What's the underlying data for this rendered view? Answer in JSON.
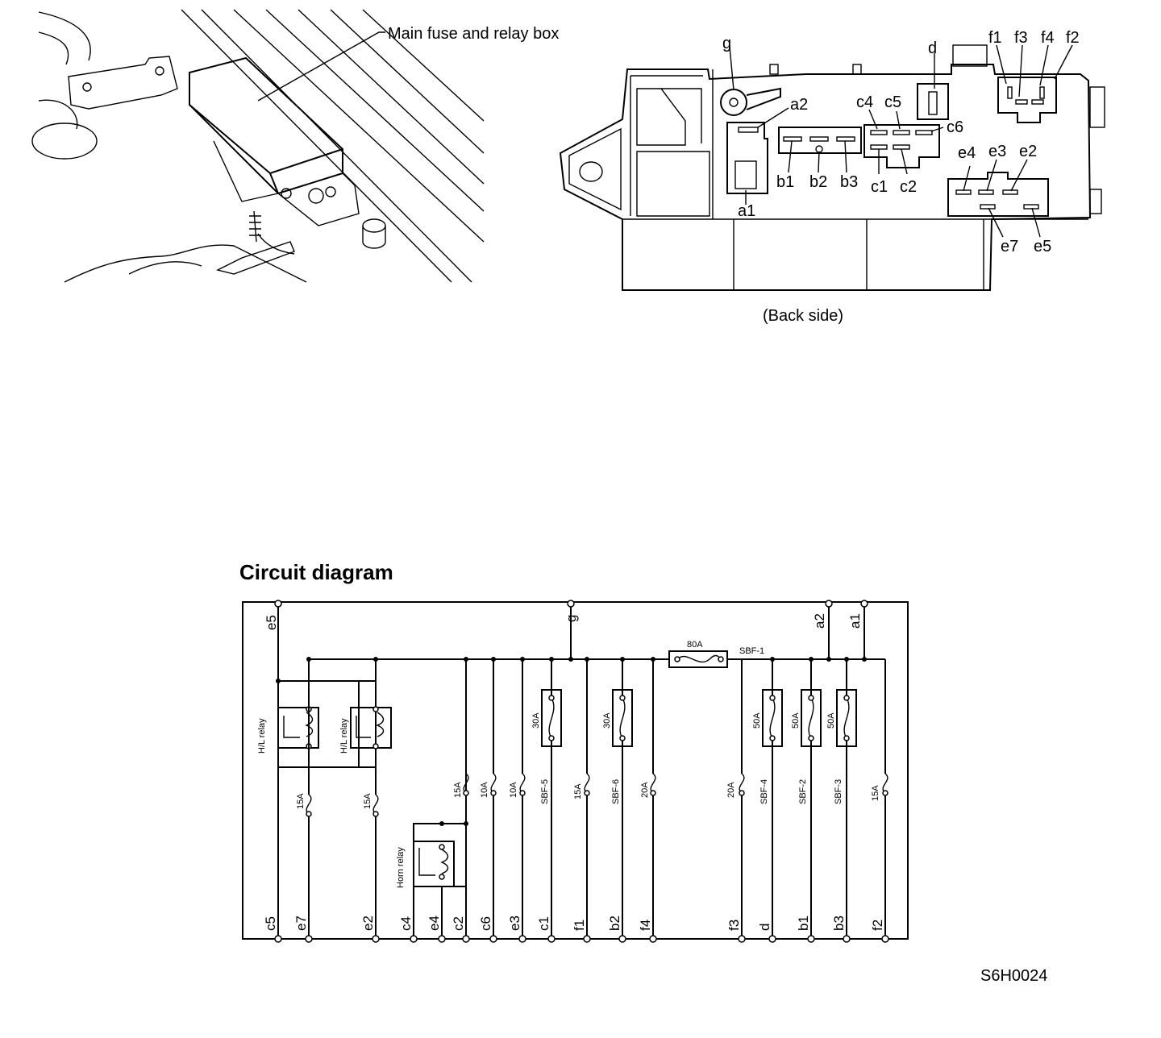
{
  "engine_bay": {
    "callout": "Main fuse and relay box"
  },
  "back_view": {
    "caption": "(Back side)",
    "pin_labels": {
      "g": "g",
      "a2": "a2",
      "a1": "a1",
      "d": "d",
      "f1": "f1",
      "f3": "f3",
      "f4": "f4",
      "f2": "f2",
      "c4": "c4",
      "c5": "c5",
      "c6": "c6",
      "c1": "c1",
      "c2": "c2",
      "b1": "b1",
      "b2": "b2",
      "b3": "b3",
      "e4": "e4",
      "e3": "e3",
      "e2": "e2",
      "e7": "e7",
      "e5": "e5"
    }
  },
  "circuit": {
    "title": "Circuit diagram",
    "top_terminals": {
      "e5": "e5",
      "g": "g",
      "a2": "a2",
      "a1": "a1"
    },
    "main_fuse": {
      "rating": "80A",
      "name": "SBF-1"
    },
    "relays": {
      "hl_left": "H/L relay",
      "hl_right": "H/L relay",
      "horn": "Horn relay"
    },
    "fuses": {
      "e7": "15A",
      "e2": "15A",
      "c2": "15A",
      "c6": "10A",
      "e3": "10A",
      "c1_rating": "30A",
      "c1_name": "SBF-5",
      "f1": "15A",
      "b2_rating": "30A",
      "b2_name": "SBF-6",
      "f4": "20A",
      "f3": "20A",
      "d_rating": "50A",
      "d_name": "SBF-4",
      "b1_rating": "50A",
      "b1_name": "SBF-2",
      "b3_rating": "50A",
      "b3_name": "SBF-3",
      "f2": "15A"
    },
    "bottom_terminals": [
      "c5",
      "e7",
      "e2",
      "c4",
      "e4",
      "c2",
      "c6",
      "e3",
      "c1",
      "f1",
      "b2",
      "f4",
      "f3",
      "d",
      "b1",
      "b3",
      "f2"
    ]
  },
  "figure_code": "S6H0024"
}
